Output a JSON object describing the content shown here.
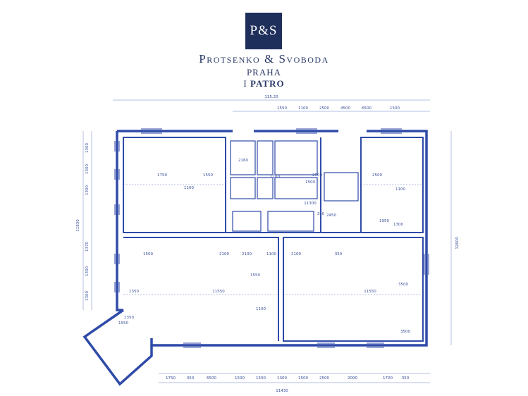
{
  "header": {
    "logo": "P&S",
    "company": "Protsenko & Svoboda",
    "city": "PRAHA",
    "floor_number": "I",
    "floor_word": "PATRO"
  },
  "colors": {
    "logo_bg": "#1f2f5c",
    "ink": "#2f4aa8",
    "text": "#2b3a67"
  },
  "dimensions": {
    "top_total": "115.20",
    "top_segments": [
      "1550",
      "1100",
      "2500",
      "4500",
      "6500",
      "1500"
    ],
    "bottom_total": "11430",
    "bottom_segments": [
      "1750",
      "350",
      "6500",
      "1500",
      "1500",
      "1300",
      "1500",
      "2500",
      "2000",
      "1700",
      "350"
    ],
    "left_total": "11830",
    "left_segments": [
      "1300",
      "1300",
      "1300",
      "1370",
      "1300",
      "1300"
    ],
    "right_total": "12600",
    "room_labels": [
      "1750",
      "1550",
      "1100",
      "2500",
      "2500",
      "1100",
      "1350",
      "11550",
      "11550",
      "1100",
      "3500",
      "1550",
      "2160",
      "350",
      "2100",
      "2100",
      "2100",
      "1100",
      "1500",
      "11300",
      "2450",
      "1950",
      "1300",
      "1100",
      "350",
      "3500",
      "1350",
      "1550",
      "1500"
    ]
  }
}
